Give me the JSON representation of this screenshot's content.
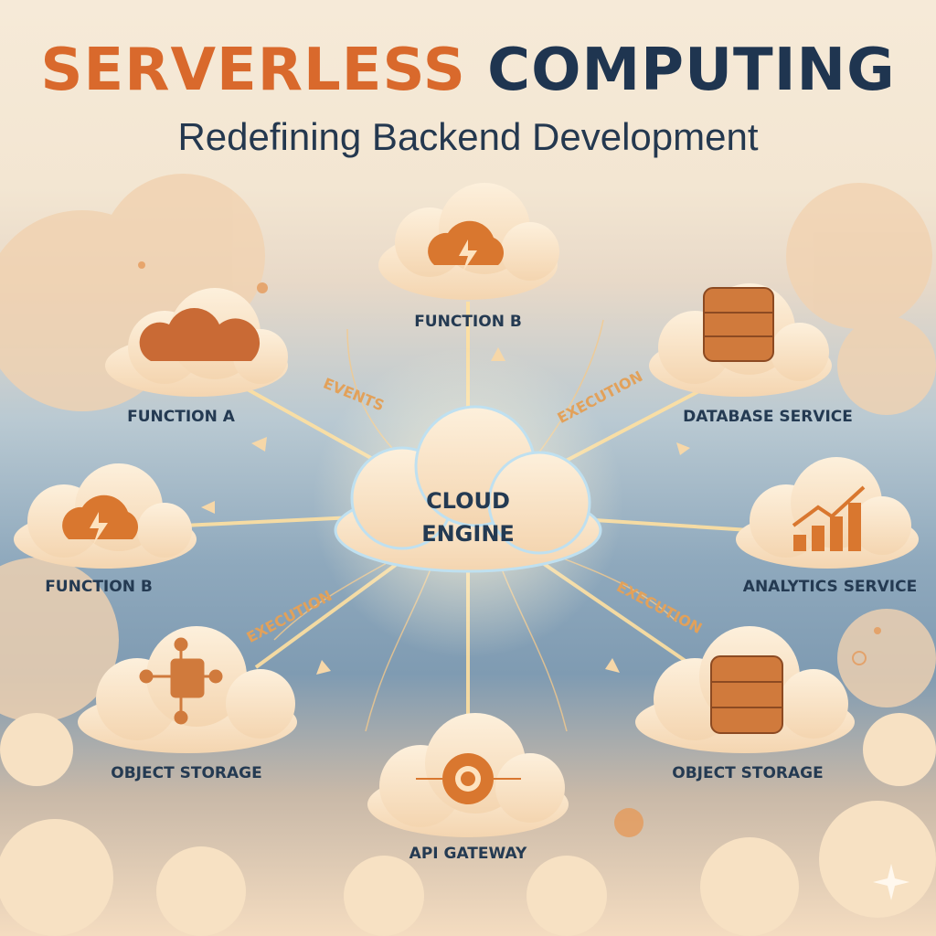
{
  "header": {
    "title_part1": "SERVERLESS",
    "title_part2": "COMPUTING",
    "subtitle": "Redefining Backend Development"
  },
  "center": {
    "line1": "CLOUD",
    "line2": "ENGINE"
  },
  "nodes": [
    {
      "label": "FUNCTION B",
      "icon": "lightning-cloud-icon"
    },
    {
      "label": "FUNCTION A",
      "icon": "cloud-cluster-icon"
    },
    {
      "label": "DATABASE SERVICE",
      "icon": "database-icon"
    },
    {
      "label": "FUNCTION B",
      "icon": "lightning-cloud-icon"
    },
    {
      "label": "ANALYTICS SERVICE",
      "icon": "bar-chart-icon"
    },
    {
      "label": "OBJECT STORAGE",
      "icon": "network-storage-icon"
    },
    {
      "label": "OBJECT STORAGE",
      "icon": "database-icon"
    },
    {
      "label": "API GATEWAY",
      "icon": "gear-icon"
    }
  ],
  "flows": [
    "EVENTS",
    "EXECUTION",
    "EXECUTION",
    "EXECUTION"
  ],
  "colors": {
    "orange": "#d9692c",
    "navy": "#1f3550",
    "cream": "#fbe9d2",
    "glow": "#ffe2a8"
  }
}
